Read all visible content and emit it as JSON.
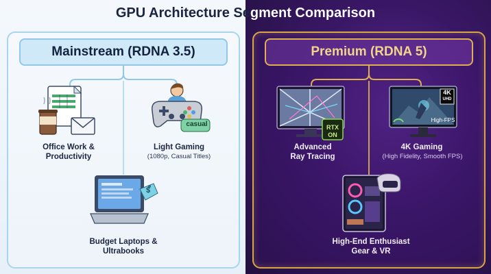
{
  "title": "GPU Architecture Segment Comparison",
  "mainstream": {
    "heading": "Mainstream (RDNA 3.5)",
    "items": [
      {
        "label_line1": "Office Work &",
        "label_line2": "Productivity",
        "icon": "office-documents-icon"
      },
      {
        "label_line1": "Light Gaming",
        "sub": "(1080p, Casual Titles)",
        "badge": "casual",
        "icon": "gamepad-icon"
      },
      {
        "label_line1": "Budget Laptops &",
        "label_line2": "Ultrabooks",
        "icon": "laptop-icon",
        "tag": "$"
      }
    ]
  },
  "premium": {
    "heading": "Premium (RDNA 5)",
    "items": [
      {
        "label_line1": "Advanced",
        "label_line2": "Ray Tracing",
        "badge_line1": "RTX",
        "badge_line2": "ON",
        "icon": "ray-tracing-monitor-icon"
      },
      {
        "label_line1": "4K Gaming",
        "sub": "(High Fidelity, Smooth FPS)",
        "badge_top": "4K",
        "badge_bottom": "UHD",
        "fps_badge": "High-FPS",
        "icon": "4k-monitor-icon"
      },
      {
        "label_line1": "High-End Enthusiast",
        "label_line2": "Gear & VR",
        "icon": "gaming-pc-vr-icon"
      }
    ]
  },
  "colors": {
    "left_accent": "#8fc8e8",
    "right_accent": "#e0b050",
    "right_bg": "#3a1766"
  }
}
